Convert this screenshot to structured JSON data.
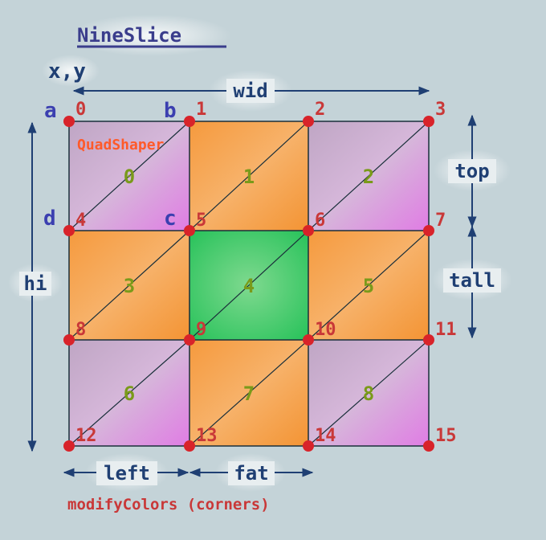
{
  "title": "NineSlice",
  "origin_label": "x,y",
  "dim_labels": {
    "wid": "wid",
    "hi": "hi",
    "top": "top",
    "tall": "tall",
    "left": "left",
    "fat": "fat"
  },
  "corner_labels": {
    "a": "a",
    "b": "b",
    "c": "c",
    "d": "d"
  },
  "shaper_label": "QuadShaper",
  "footer_label": "modifyColors (corners)",
  "vertex_labels": [
    "0",
    "1",
    "2",
    "3",
    "4",
    "5",
    "6",
    "7",
    "8",
    "9",
    "10",
    "11",
    "12",
    "13",
    "14",
    "15"
  ],
  "quad_labels": [
    "0",
    "1",
    "2",
    "3",
    "4",
    "5",
    "6",
    "7",
    "8"
  ],
  "colors": {
    "background": "#c4d3d8",
    "navy": "#1f3f73",
    "title": "#3a3d8c",
    "vertex_dot": "#d8232a",
    "vertex_text": "#c93838",
    "quad_text": "#7a9a1a",
    "shaper_text": "#ff5a2a",
    "footer_text": "#c93838",
    "corner_text": "#3b3fb0",
    "purple_quad": "#c99ad0",
    "orange_quad": "#f7a34c",
    "green_quad": "#46c96a"
  }
}
